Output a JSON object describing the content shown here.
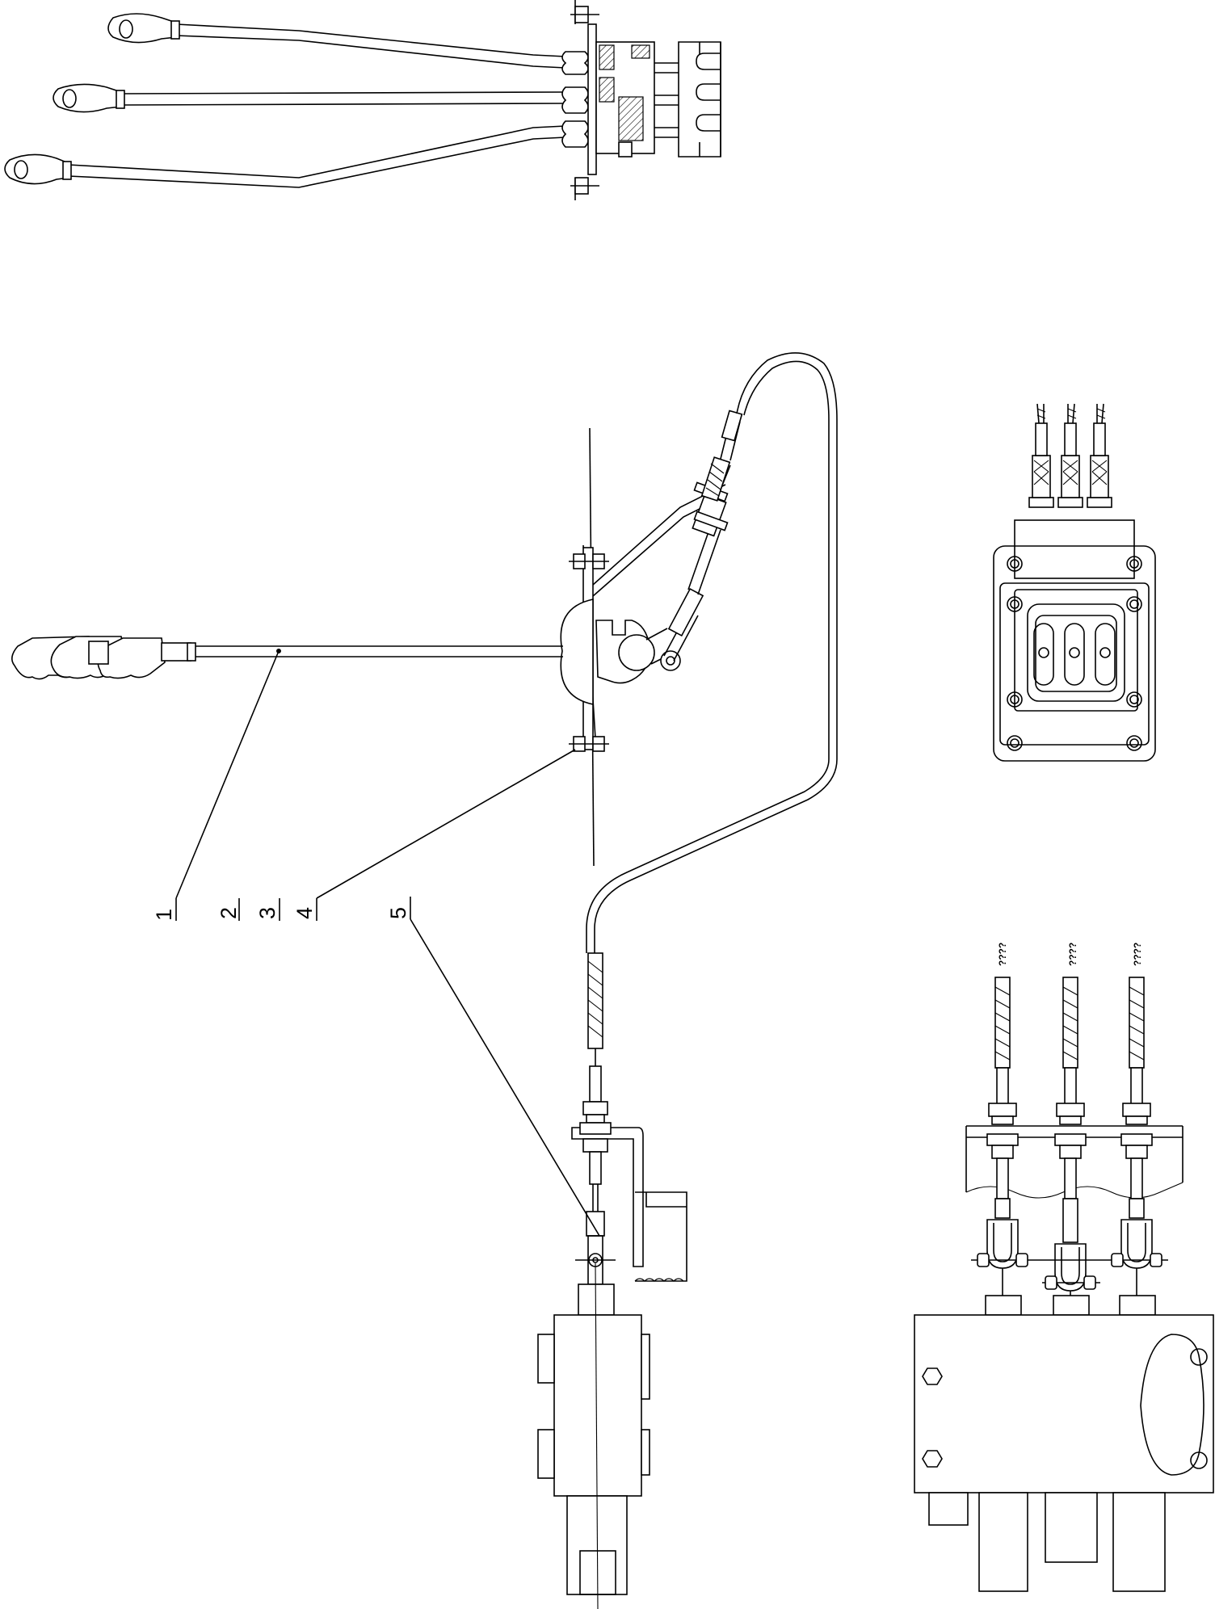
{
  "callouts": {
    "c1": "1",
    "c2": "2",
    "c3": "3",
    "c4": "4",
    "c5": "5"
  },
  "cable_marks": {
    "m1": "????",
    "m2": "????",
    "m3": "????"
  },
  "colors": {
    "line": "#000000",
    "background": "#ffffff"
  }
}
